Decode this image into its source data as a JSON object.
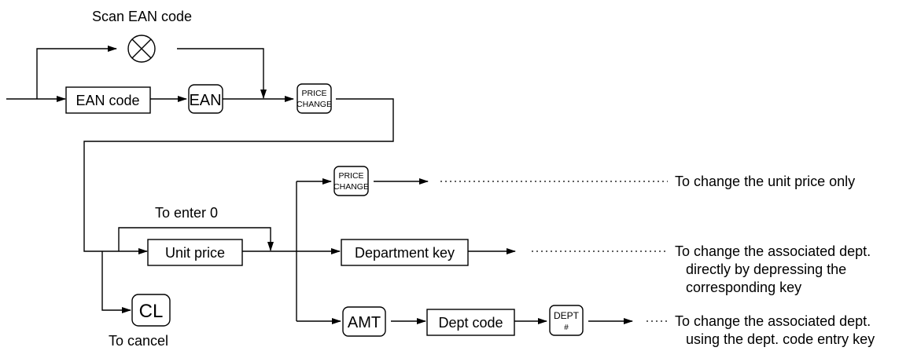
{
  "labels": {
    "scan": "Scan EAN code",
    "to_enter_0": "To enter 0",
    "to_cancel": "To cancel"
  },
  "boxes": {
    "ean_code": "EAN code",
    "unit_price": "Unit price",
    "department_key": "Department key",
    "dept_code": "Dept code"
  },
  "keys": {
    "ean": "EAN",
    "price_change_line1": "PRICE",
    "price_change_line2": "CHANGE",
    "cl": "CL",
    "amt": "AMT",
    "dept_line1": "DEPT",
    "dept_line2": "#"
  },
  "results": {
    "unit_price_only": "To change the unit price only",
    "dept_direct_1": "To change the associated dept.",
    "dept_direct_2": "directly by depressing the",
    "dept_direct_3": "corresponding key",
    "dept_code_1": "To change the associated dept.",
    "dept_code_2": "using the dept. code entry key"
  }
}
